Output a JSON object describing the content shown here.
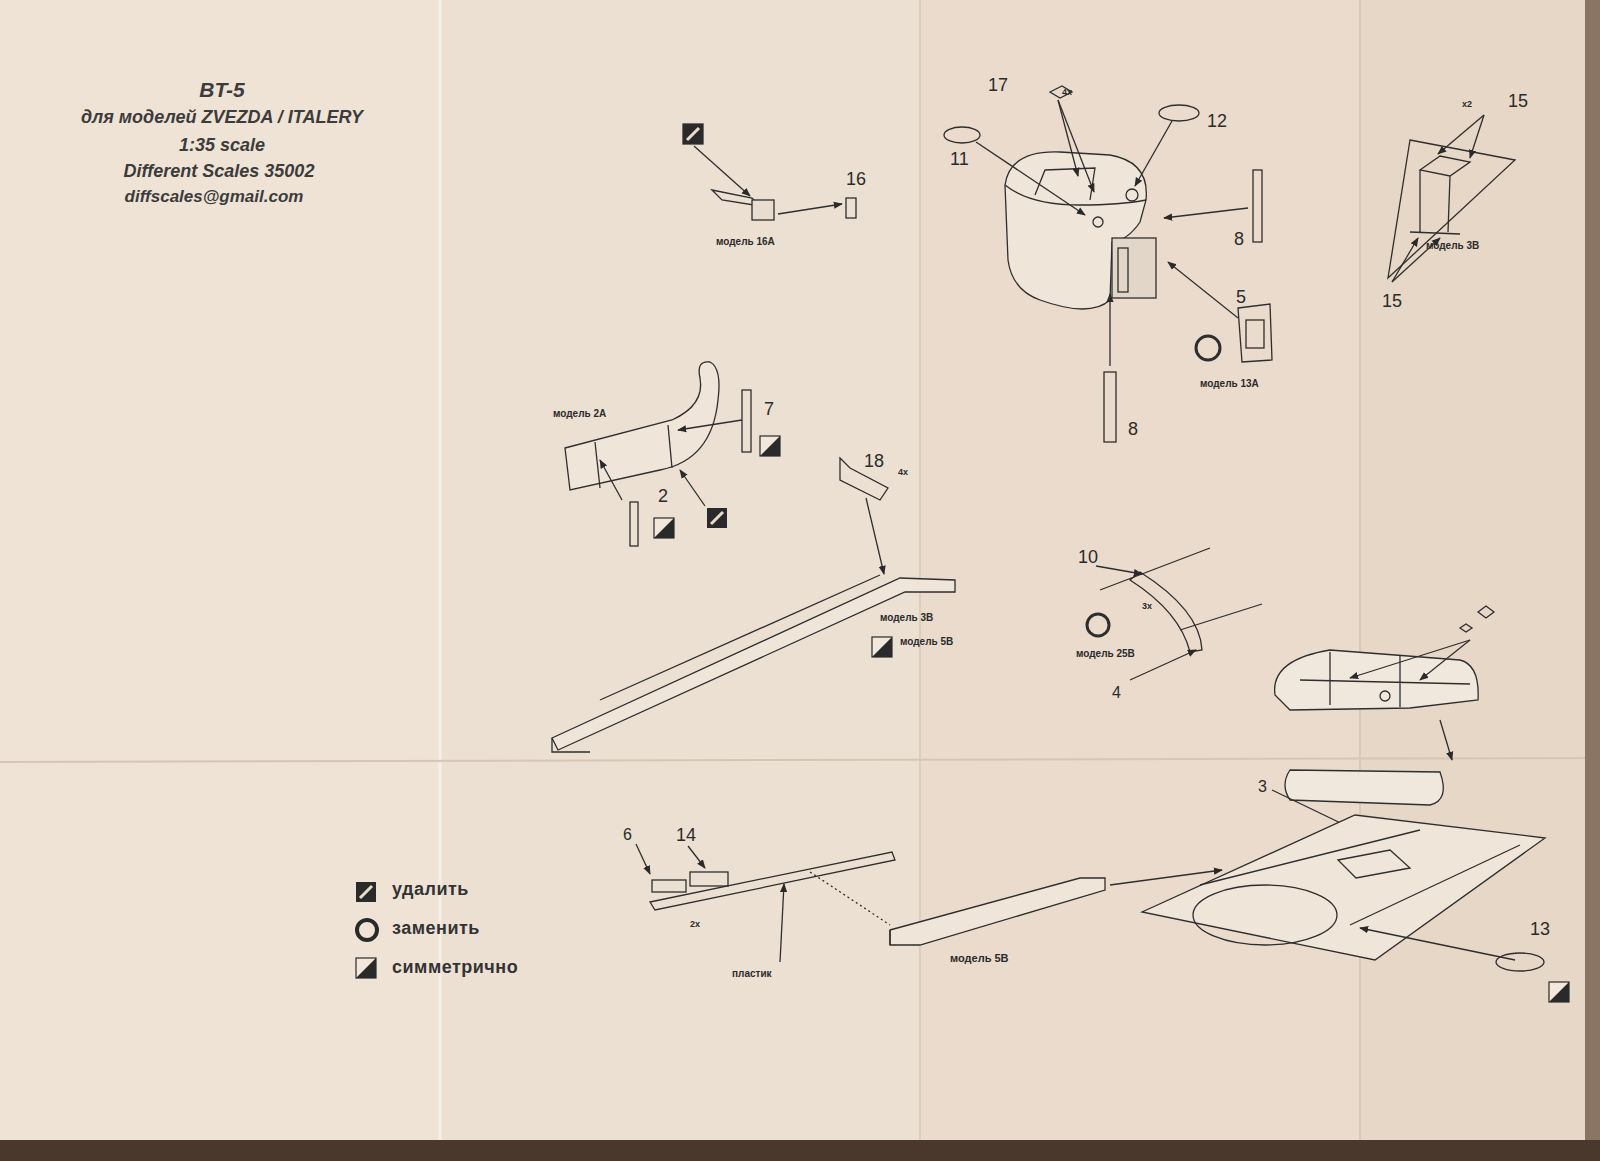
{
  "diagram": {
    "title": "BT-5",
    "labels": [
      "для моделей ZVEZDA / ITALERY",
      "1:35 scale",
      "Different Scales 35002",
      "diffscales@gmail.com",
      "16",
      "модель 16А",
      "17",
      "4х",
      "11",
      "12",
      "8",
      "5",
      "модель 13А",
      "8",
      "х2",
      "15",
      "модель 3В",
      "15",
      "модель 2А",
      "7",
      "2",
      "18",
      "4х",
      "модель 3В",
      "модель 5В",
      "10",
      "3х",
      "модель 25В",
      "4",
      "3",
      "6",
      "14",
      "2х",
      "пластик",
      "модель 5В",
      "13"
    ],
    "legend": [
      {
        "text": "удалить"
      },
      {
        "text": "заменить"
      },
      {
        "text": "симметрично"
      }
    ]
  }
}
